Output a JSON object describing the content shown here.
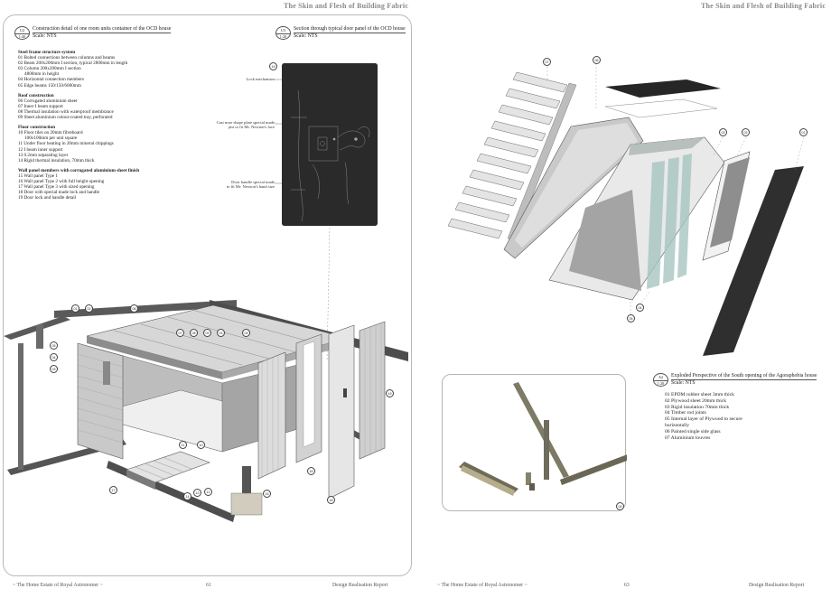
{
  "header": {
    "left_title": "The Skin and Flesh of Building Fabric",
    "right_title": "The Skin and Flesh of Building Fabric"
  },
  "left_page": {
    "tag1": {
      "top": "U2",
      "bottom": "1:40",
      "title": "Construction detail of one room units container of the OCD house",
      "scale": "Scale: NTS"
    },
    "tag2": {
      "top": "U3",
      "bottom": "1:20",
      "title": "Section through typical door panel of the OCD house",
      "scale": "Scale: NTS"
    },
    "legend": [
      {
        "heading": "Steel frame structure system",
        "items": [
          "01 Bolted connections between columns and beams",
          "02 Beam 200x200mm I section, typical 2800mm in length",
          "03 Column 200x200mm I section",
          "   4800mm in height",
          "04 Horizontal connection members",
          "05 Edge beams 150/150/6000mm"
        ]
      },
      {
        "heading": "Roof construction",
        "items": [
          "06 Corrugated aluminium sheet",
          "07 Inner I beam support",
          "08 Thermal insulation with waterproof membrance",
          "09 Sheet aluminium colour-coated tray, perforated"
        ]
      },
      {
        "heading": "Floor construction",
        "items": [
          "10 Floor tiles on 20mm fibreboard",
          "   100x100mm per unit square",
          "11 Under floor heating in 20mm mineral chippings",
          "12 I beam inner support",
          "13 0.2mm separating layer",
          "14 Rigid thermal insulation, 70mm thick"
        ]
      },
      {
        "heading": "Wall panel members with corrugated aluminium sheet finish",
        "items": [
          "15 Wall panel Type 1",
          "16 Wall panel Type 2 with full height opening",
          "17 Wall panel Type 3 with sized opening",
          "18 Door with special made lock and handle",
          "19 Door lock and handle detail"
        ]
      }
    ],
    "callouts": {
      "lock": "Lock mechanism",
      "plate_1": "Cast nose shape plate special made",
      "plate_2": "just to fit Mr. Newton's face",
      "handle_1": "Door handle special made",
      "handle_2": "to fit Mr. Newton's hand size"
    },
    "photo_tag": "19",
    "numbers": [
      "01",
      "02",
      "06",
      "07",
      "08",
      "09",
      "04",
      "03",
      "05",
      "04",
      "03",
      "11",
      "10",
      "19",
      "16",
      "14",
      "13",
      "12",
      "17",
      "15",
      "18"
    ]
  },
  "right_page": {
    "tag": {
      "top": "A2",
      "bottom": "1:20",
      "title": "Exploded Perspective of the South opening of the Agoraphobia house",
      "scale": "Scale: NTS"
    },
    "notes": [
      "01 EPDM rubber sheet 3mm thick",
      "02 Plywood sheet 20mm thick",
      "03 Rigid insulation 70mm thick",
      "04 Timber rod joints",
      "05 Internal layer of Plywood to secure",
      "horizontally",
      "06 Painted single side glass",
      "07 Aluminium louvres"
    ],
    "numbers": [
      "07",
      "06",
      "03",
      "02",
      "01",
      "05",
      "04",
      "04"
    ]
  },
  "footer": {
    "left_estate": "~ The Home Estate of Royal Astronomer ~",
    "left_page_no": "61",
    "left_report": "Design Realisation Report",
    "right_estate": "~ The Home Estate of Royal Astronomer ~",
    "right_page_no": "63",
    "right_report": "Design Realisation Report"
  }
}
